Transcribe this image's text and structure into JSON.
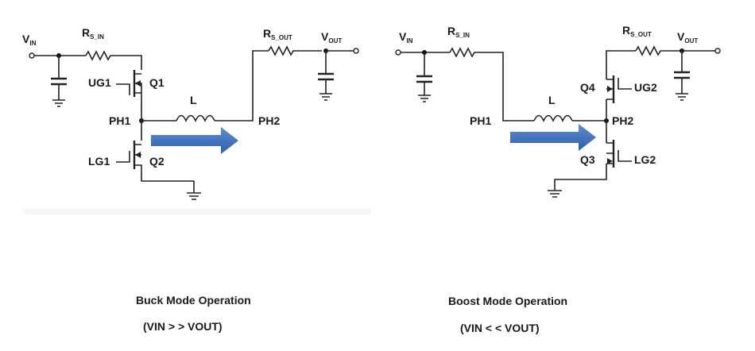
{
  "left": {
    "vin": {
      "main": "V",
      "sub": "IN"
    },
    "rs_in": {
      "main": "R",
      "sub": "S_IN"
    },
    "ug1": "UG1",
    "q1": "Q1",
    "ph1": "PH1",
    "l": "L",
    "ph2": "PH2",
    "lg1": "LG1",
    "q2": "Q2",
    "rs_out": {
      "main": "R",
      "sub": "S_OUT"
    },
    "vout": {
      "main": "V",
      "sub": "OUT"
    }
  },
  "right": {
    "vin": {
      "main": "V",
      "sub": "IN"
    },
    "rs_in": {
      "main": "R",
      "sub": "S_IN"
    },
    "rs_out": {
      "main": "R",
      "sub": "S_OUT"
    },
    "vout": {
      "main": "V",
      "sub": "OUT"
    },
    "q4": "Q4",
    "ug2": "UG2",
    "ph1": "PH1",
    "l": "L",
    "ph2": "PH2",
    "q3": "Q3",
    "lg2": "LG2"
  },
  "captions": {
    "buck_title": "Buck Mode Operation",
    "buck_condition": "(VIN > > VOUT)",
    "boost_title": "Boost Mode Operation",
    "boost_condition": "(VIN < < VOUT)"
  },
  "colors": {
    "arrow": "#2f5ea8",
    "wire": "#222222"
  }
}
